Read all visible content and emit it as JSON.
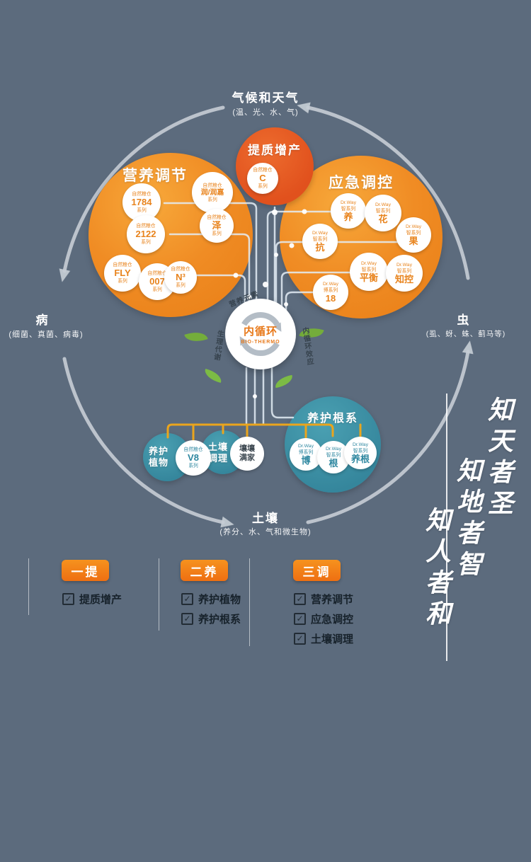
{
  "colors": {
    "background": "#5c6b7d",
    "orange": "#ef8623",
    "red_orange": "#e0541e",
    "teal": "#3a8ca1",
    "yellow_line": "#eaa51d",
    "light_line": "#e4eef6",
    "cycle_arc": "#c6cdd5"
  },
  "outer_cycle": {
    "top": {
      "title": "气候和天气",
      "subtitle": "(温、光、水、气)"
    },
    "left": {
      "title": "病",
      "subtitle": "(细菌、真菌、病毒)"
    },
    "right": {
      "title": "虫",
      "subtitle": "(虱、蚜、蛛、蓟马等)"
    },
    "bottom": {
      "title": "土壤",
      "subtitle": "(养分、水、气和微生物)"
    }
  },
  "center": {
    "title": "内循环",
    "subtitle": "BIO-THERMO",
    "label_top": "营养元素",
    "label_left": "生理代谢",
    "label_right": "内循环效应"
  },
  "groups": {
    "quality": {
      "title": "提质增产",
      "items": [
        {
          "l1": "自然粮仓",
          "l2": "C",
          "l3": "系列"
        }
      ]
    },
    "nutrition": {
      "title": "营养调节",
      "items": [
        {
          "l1": "自然粮仓",
          "l2": "1784",
          "l3": "系列"
        },
        {
          "l1": "自然粮仓",
          "l2": "润/润嘉",
          "l3": "系列"
        },
        {
          "l1": "自然粮仓",
          "l2": "2122",
          "l3": "系列"
        },
        {
          "l1": "自然粮仓",
          "l2": "泽",
          "l3": "系列"
        },
        {
          "l1": "自然粮仓",
          "l2": "FLY",
          "l3": "系列"
        },
        {
          "l1": "自然粮仓",
          "l2": "007",
          "l3": "系列"
        },
        {
          "l1": "自然粮仓",
          "l2": "N³",
          "l3": "系列"
        }
      ]
    },
    "emergency": {
      "title": "应急调控",
      "items": [
        {
          "l1": "Dr.Way",
          "l2": "智系列",
          "l3": "养"
        },
        {
          "l1": "Dr.Way",
          "l2": "智系列",
          "l3": "花"
        },
        {
          "l1": "Dr.Way",
          "l2": "智系列",
          "l3": "果"
        },
        {
          "l1": "Dr.Way",
          "l2": "智系列",
          "l3": "抗"
        },
        {
          "l1": "Dr.Way",
          "l2": "智系列",
          "l3": "平衡"
        },
        {
          "l1": "Dr.Way",
          "l2": "智系列",
          "l3": "知控"
        },
        {
          "l1": "Dr.Way",
          "l2": "博系列",
          "l3": "18"
        }
      ]
    },
    "roots": {
      "title": "养护根系",
      "items": [
        {
          "l1": "Dr.Way",
          "l2": "博系列",
          "l3": "博"
        },
        {
          "l1": "Dr.Way",
          "l2": "智系列",
          "l3": "根"
        },
        {
          "l1": "Dr.Way",
          "l2": "智系列",
          "l3": "养根"
        }
      ]
    },
    "plant": {
      "title": "养护植物",
      "items": [
        {
          "l1": "自然粮仓",
          "l2": "V8",
          "l3": "系列"
        }
      ]
    },
    "soil": {
      "title": "土壤调理",
      "items": [
        {
          "name": "壤壤满家"
        }
      ]
    }
  },
  "legend": {
    "groups": [
      {
        "label": "一提",
        "items": [
          "提质增产"
        ]
      },
      {
        "label": "二养",
        "items": [
          "养护植物",
          "养护根系"
        ]
      },
      {
        "label": "三调",
        "items": [
          "营养调节",
          "应急调控",
          "土壤调理"
        ]
      }
    ]
  },
  "calligraphy": {
    "lines": [
      "知天者圣",
      "知地者智",
      "知人者和"
    ]
  },
  "icons": {
    "check": "✓"
  }
}
